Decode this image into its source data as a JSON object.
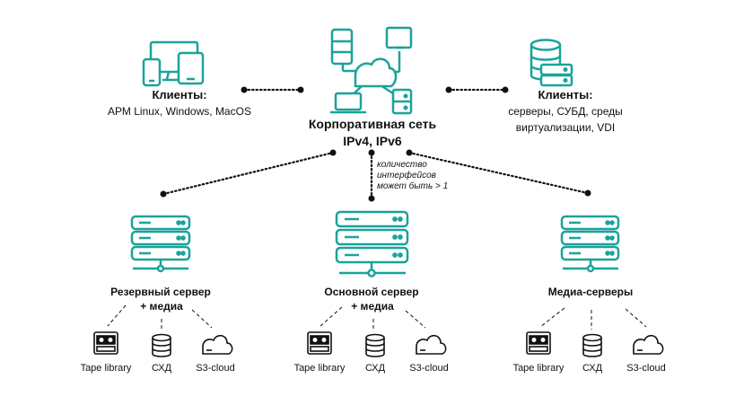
{
  "diagram": {
    "network": {
      "title": "Корпоративная сеть",
      "protocols": "IPv4, IPv6",
      "note_line1": "количество",
      "note_line2": "интерфейсов",
      "note_line3": "может быть > 1"
    },
    "clients_left": {
      "title": "Клиенты:",
      "text": "АРМ Linux,  Windows,  MacOS"
    },
    "clients_right": {
      "title": "Клиенты:",
      "line1": "серверы, СУБД,  среды",
      "line2": "виртуализации,   VDI"
    },
    "servers": [
      {
        "line1": "Резервный сервер",
        "line2": "+ медиа"
      },
      {
        "line1": "Основной сервер",
        "line2": "+ медиа"
      },
      {
        "line1": "Медиа-серверы",
        "line2": ""
      }
    ],
    "storage_labels": {
      "tape": "Tape library",
      "nas": "СХД",
      "cloud": "S3-cloud"
    },
    "colors": {
      "accent": "#1aa39a",
      "line": "#111111"
    }
  }
}
